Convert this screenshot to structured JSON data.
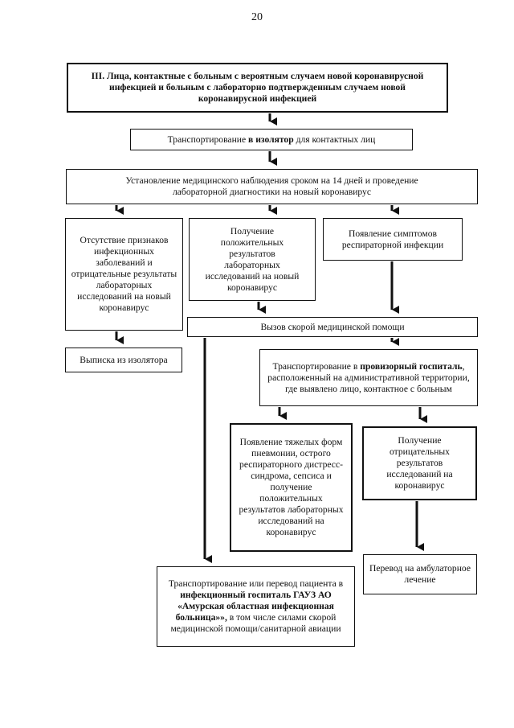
{
  "page_number": "20",
  "section_title": "III. Лица, контактные с больным с вероятным случаем новой коронавирусной инфекцией и больным с лабораторно подтвержденным случаем новой коронавирусной инфекцией",
  "transport_isolator": {
    "pre": "Транспортирование ",
    "bold": "в изолятор",
    "post": " для контактных лиц"
  },
  "observation": "Установление медицинского наблюдения сроком на 14 дней и проведение лабораторной диагностики на новый коронавирус",
  "no_signs": "Отсутствие признаков инфекционных заболеваний и отрицательные результаты лабораторных исследований на новый коронавирус",
  "positive_results": "Получение положительных результатов лабораторных исследований на новый коронавирус",
  "resp_symptoms": "Появление симптомов респираторной инфекции",
  "discharge": "Выписка из изолятора",
  "ambulance": "Вызов скорой медицинской помощи",
  "provisional_hospital": {
    "pre": "Транспортирование в ",
    "bold": "провизорный госпиталь",
    "post": ", расположенный на административной территории, где выявлено лицо, контактное с больным"
  },
  "severe_forms": "Появление тяжелых форм пневмонии, острого респираторного дистресс-синдрома, сепсиса и получение положительных результатов лабораторных исследований на коронавирус",
  "negative_results": "Получение отрицательных результатов исследований на коронавирус",
  "outpatient": "Перевод на амбулаторное лечение",
  "infectious_hospital": {
    "pre": "Транспортирование или перевод пациента в ",
    "bold": "инфекционный госпиталь ГАУЗ АО «Амурская областная инфекционная больница»»,",
    "post": " в том числе силами скорой медицинской помощи/санитарной авиации"
  }
}
